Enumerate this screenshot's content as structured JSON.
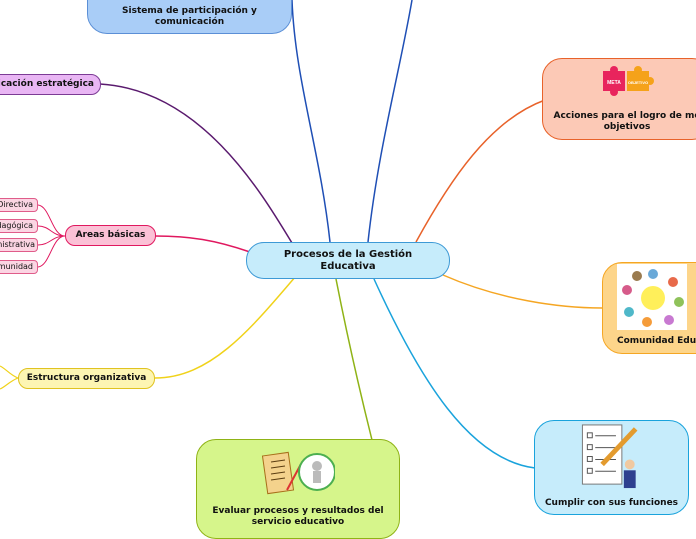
{
  "center": {
    "title": "Procesos de la Gestión Educativa"
  },
  "branches": {
    "sistema": "Sistema de participación y comunicación",
    "planificacion": "ificación estratégica",
    "areas": "Areas básicas",
    "estructura": "Estructura organizativa",
    "evaluar": "Evaluar procesos y resultados del servicio educativo",
    "acciones": "Acciones para el logro de me objetivos",
    "comunidad": "Comunidad Educ",
    "cumplir": "Cumplir con sus funciones"
  },
  "areas_items": [
    "Directiva",
    "dagógica",
    "inistrativa",
    "munidad"
  ],
  "puzzle_labels": [
    "META",
    "OBJETIVO"
  ],
  "colors": {
    "center": "#c6ecfb",
    "blue_line": "#1f4fb5",
    "purple": "#5a1a6e",
    "pink": "#e0185f",
    "yellow": "#f0d21a",
    "green": "#8fb316",
    "orange": "#e8622a",
    "amber": "#f5a623",
    "cyan": "#1aa3dc"
  }
}
